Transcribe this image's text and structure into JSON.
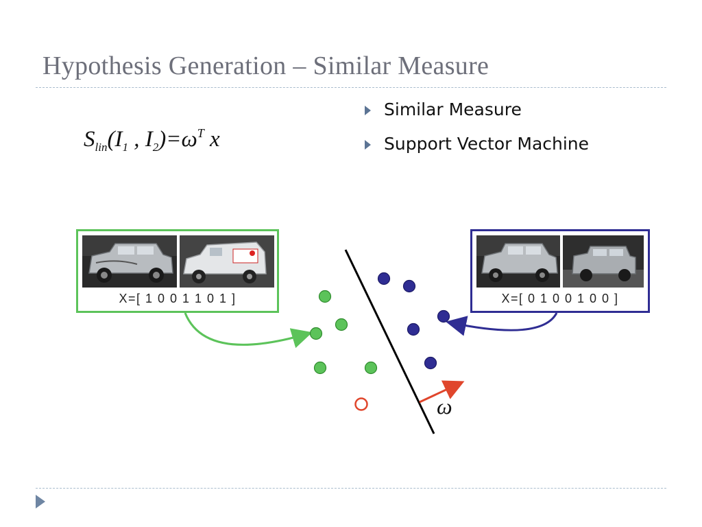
{
  "slide": {
    "title": "Hypothesis Generation – Similar Measure"
  },
  "bullets": [
    {
      "text": "Similar Measure"
    },
    {
      "text": "Support Vector Machine"
    }
  ],
  "formula": {
    "S": "S",
    "sub": "lin",
    "open": "(I",
    "one": "1",
    "comma": " , I",
    "two": "2",
    "close": ")=ω",
    "T": "T",
    "x": " x"
  },
  "examples": {
    "positive_label": "X=[ 1 0 0 1 1 0 1 ]",
    "negative_label": "X=[ 0 1 0 0 1 0 0 ]"
  },
  "diagram": {
    "omega": "ω",
    "colors": {
      "green": "#5cc35a",
      "blue": "#2f2d93",
      "red": "#e0462c",
      "line": "#000000"
    }
  }
}
